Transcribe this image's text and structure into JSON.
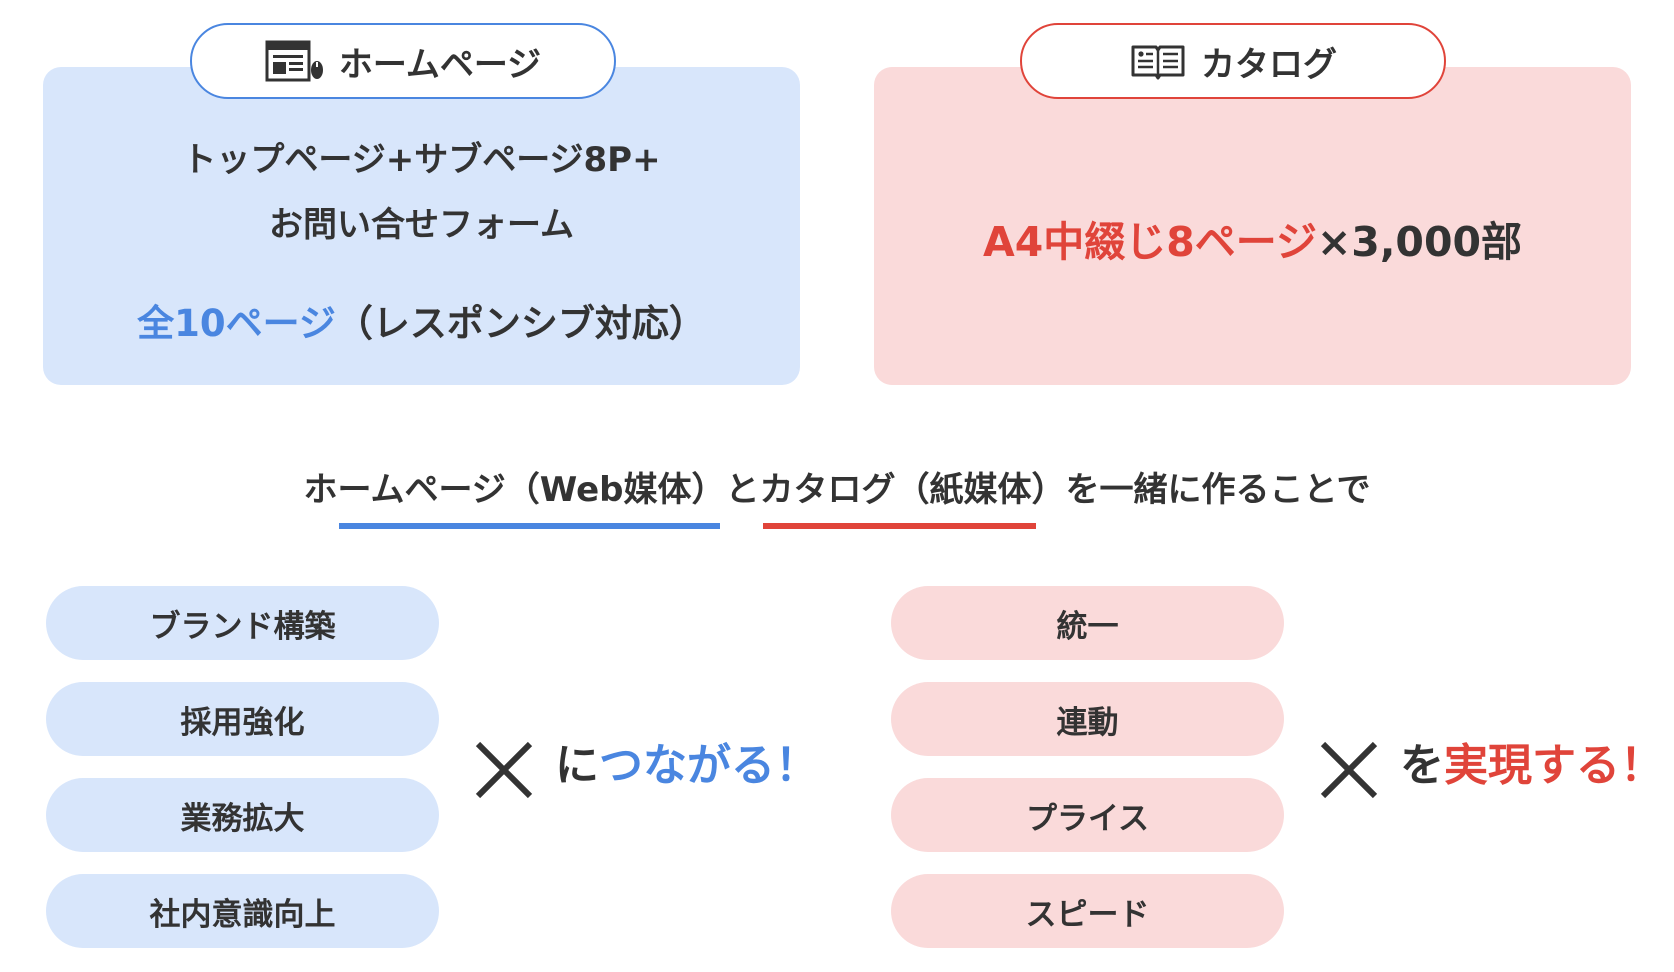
{
  "homepage": {
    "badge_label": "ホームページ",
    "icon": "browser-window-icon",
    "line1": "トップページ+サブページ8P+",
    "line2": "お問い合せフォーム",
    "pages_highlight": "全10ページ",
    "pages_rest": "（レスポンシブ対応）"
  },
  "catalog": {
    "badge_label": "カタログ",
    "icon": "open-book-icon",
    "spec_highlight": "A4中綴じ8ページ",
    "spec_rest": "×3,000部"
  },
  "middle": {
    "part1": "ホームページ（Web媒体）",
    "part2": "と",
    "part3": "カタログ（紙媒体）",
    "part4": "を一緒に作ることで"
  },
  "left_benefits": [
    "ブランド構築",
    "採用強化",
    "業務拡大",
    "社内意識向上"
  ],
  "left_result": {
    "prefix": "に",
    "highlight": "つながる！"
  },
  "right_benefits": [
    "統一",
    "連動",
    "プライス",
    "スピード"
  ],
  "right_result": {
    "prefix": "を",
    "highlight": "実現する！"
  },
  "colors": {
    "blue_accent": "#4a86e0",
    "red_accent": "#e0443a",
    "blue_bg": "#d8e6fb",
    "red_bg": "#fadada",
    "text": "#333333"
  }
}
